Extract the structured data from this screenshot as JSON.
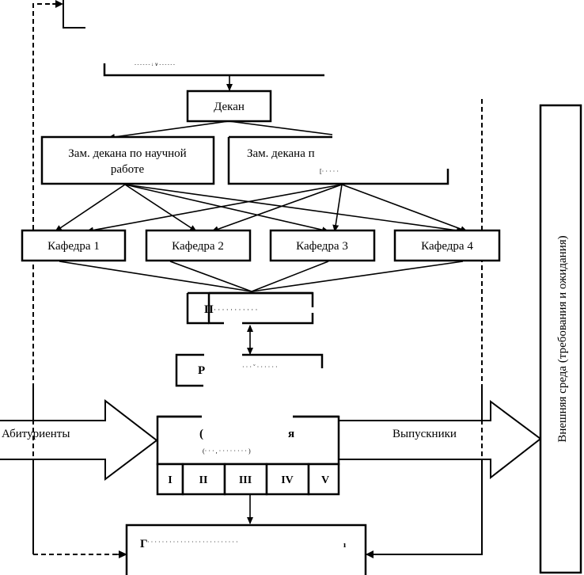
{
  "diagram": {
    "title": "",
    "nodes": {
      "top_partial": {
        "label": ""
      },
      "council_partial": {
        "label": ""
      },
      "dean": {
        "label": "Декан"
      },
      "deputy_science": {
        "label_line1": "Зам. декана по научной",
        "label_line2": "работе"
      },
      "deputy_other": {
        "label_line1": "Зам. декана п",
        "label_line2": ""
      },
      "dept1": {
        "label": "Кафедра 1"
      },
      "dept2": {
        "label": "Кафедра 2"
      },
      "dept3": {
        "label": "Кафедра 3"
      },
      "dept4": {
        "label": "Кафедра 4"
      },
      "teachers": {
        "label": "Преподаватели",
        "visible_fragment": "П"
      },
      "r_box": {
        "label": "Р"
      },
      "process": {
        "label_fragment_left": "(",
        "label_fragment_right": "я"
      },
      "result_bottom": {
        "label": "Г"
      },
      "external": {
        "label": "Внешняя среда (требования и ожидания)"
      }
    },
    "courses": [
      "I",
      "II",
      "III",
      "IV",
      "V"
    ],
    "flows": {
      "input": "Абитуриенты",
      "output": "Выпускники"
    },
    "colors": {
      "stroke": "#000000",
      "background": "#ffffff"
    }
  }
}
